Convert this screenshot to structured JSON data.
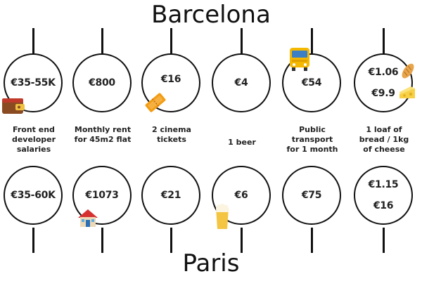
{
  "cities": {
    "top": "Barcelona",
    "bottom": "Paris"
  },
  "columns": [
    {
      "label": [
        "Front end",
        "developer",
        "salaries"
      ],
      "barcelona": [
        "€35-55K"
      ],
      "paris": [
        "€35-60K"
      ],
      "icons": [
        "wallet-icon"
      ]
    },
    {
      "label": [
        "Monthly rent",
        "for 45m2 flat"
      ],
      "barcelona": [
        "€800"
      ],
      "paris": [
        "€1073"
      ],
      "icons": [
        "house-icon"
      ]
    },
    {
      "label": [
        "2 cinema",
        "tickets"
      ],
      "barcelona": [
        "€16"
      ],
      "paris": [
        "€21"
      ],
      "icons": [
        "ticket-icon"
      ]
    },
    {
      "label": [
        "1 beer"
      ],
      "barcelona": [
        "€4"
      ],
      "paris": [
        "€6"
      ],
      "icons": [
        "beer-icon"
      ]
    },
    {
      "label": [
        "Public",
        "transport",
        "for 1 month"
      ],
      "barcelona": [
        "€54"
      ],
      "paris": [
        "€75"
      ],
      "icons": [
        "bus-icon"
      ]
    },
    {
      "label": [
        "1 loaf of",
        "bread / 1kg",
        "of cheese"
      ],
      "barcelona": [
        "€1.06",
        "€9.9"
      ],
      "paris": [
        "€1.15",
        "€16"
      ],
      "icons": [
        "bread-icon",
        "cheese-icon"
      ]
    }
  ]
}
